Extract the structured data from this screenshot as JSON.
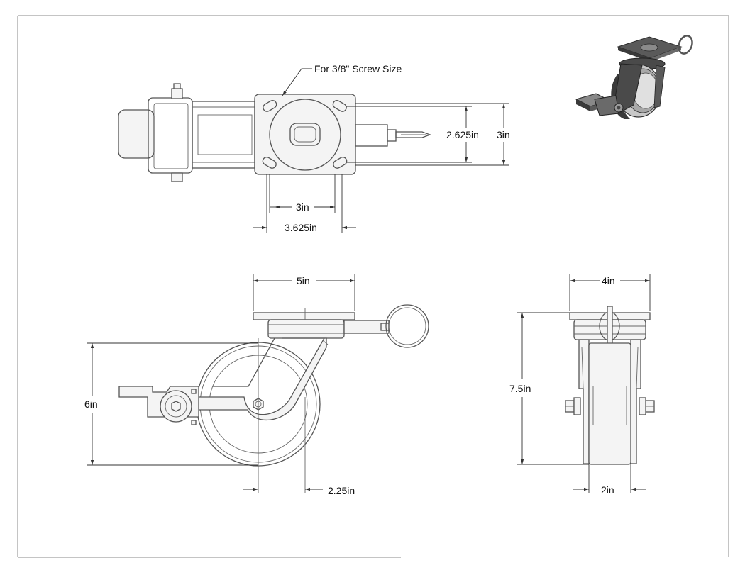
{
  "callout": {
    "screw_note": "For 3/8\" Screw Size"
  },
  "dimensions": {
    "plate_hole_spacing_vertical": "2.625in",
    "plate_width_vertical": "3in",
    "plate_hole_spacing_horizontal": "3in",
    "plate_width_horizontal": "3.625in",
    "swivel_radius": "5in",
    "wheel_diameter": "6in",
    "offset": "2.25in",
    "overall_width": "4in",
    "overall_height": "7.5in",
    "wheel_width": "2in"
  },
  "colors": {
    "line": "#555555",
    "fill": "#f4f4f4",
    "iso_dark": "#3a3a3a",
    "iso_light": "#c8c8c8"
  }
}
